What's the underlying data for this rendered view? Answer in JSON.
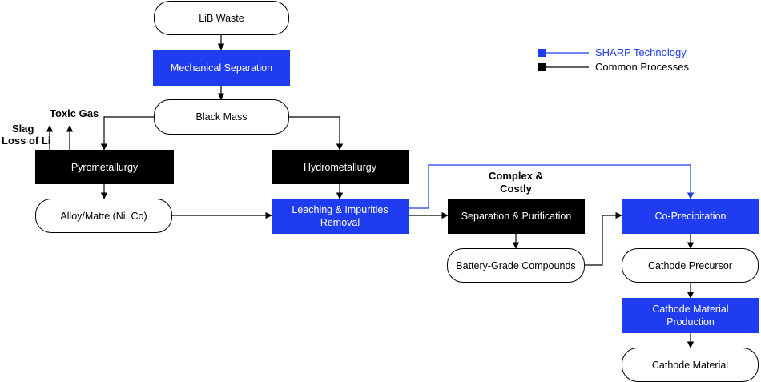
{
  "colors": {
    "sharp": "#1f3cf0",
    "common": "#000000"
  },
  "nodes": {
    "lib_waste": "LiB Waste",
    "mech_sep": "Mechanical Separation",
    "black_mass": "Black Mass",
    "pyro": "Pyrometallurgy",
    "hydro": "Hydrometallurgy",
    "alloy": "Alloy/Matte (Ni, Co)",
    "leaching": "Leaching & Impurities Removal",
    "sep_pur": "Separation & Purification",
    "battery_grade": "Battery-Grade Compounds",
    "coprecip": "Co-Precipitation",
    "cathode_precursor": "Cathode Precursor",
    "cathode_prod": "Cathode Material Production",
    "cathode_material": "Cathode Material"
  },
  "annotations": {
    "toxic_gas": "Toxic Gas",
    "slag": "Slag",
    "loss_li": "Loss of Li",
    "complex_costly": "Complex & Costly"
  },
  "legend": {
    "sharp": "SHARP Technology",
    "common": "Common Processes"
  }
}
